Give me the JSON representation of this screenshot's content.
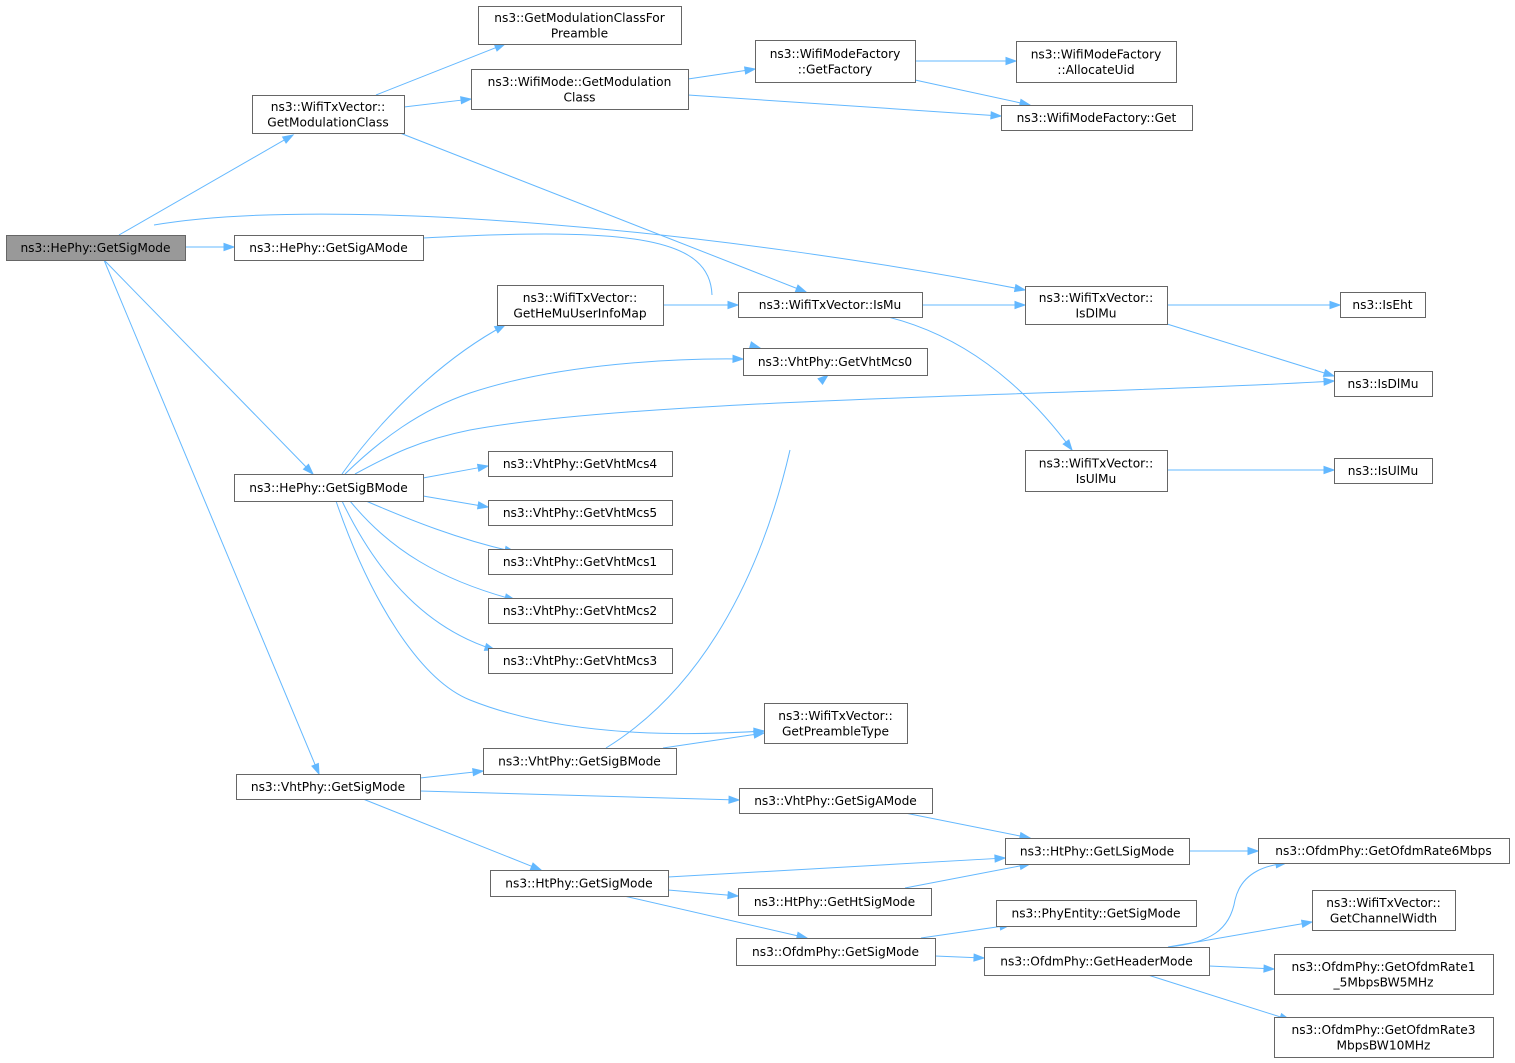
{
  "graph": {
    "root": "hesig",
    "nodes": [
      {
        "id": "hesig",
        "lines": [
          "ns3::HePhy::GetSigMode"
        ],
        "root": true
      },
      {
        "id": "getmodpre",
        "lines": [
          "ns3::GetModulationClassFor",
          "Preamble"
        ]
      },
      {
        "id": "txgetmod",
        "lines": [
          "ns3::WifiTxVector::",
          "GetModulationClass"
        ]
      },
      {
        "id": "modegetmod",
        "lines": [
          "ns3::WifiMode::GetModulation",
          "Class"
        ]
      },
      {
        "id": "factget",
        "lines": [
          "ns3::WifiModeFactory",
          "::GetFactory"
        ]
      },
      {
        "id": "alloc",
        "lines": [
          "ns3::WifiModeFactory",
          "::AllocateUid"
        ]
      },
      {
        "id": "factoryget",
        "lines": [
          "ns3::WifiModeFactory::Get"
        ]
      },
      {
        "id": "sigamode",
        "lines": [
          "ns3::HePhy::GetSigAMode"
        ]
      },
      {
        "id": "hemumap",
        "lines": [
          "ns3::WifiTxVector::",
          "GetHeMuUserInfoMap"
        ]
      },
      {
        "id": "ismu",
        "lines": [
          "ns3::WifiTxVector::IsMu"
        ]
      },
      {
        "id": "txisdlmu",
        "lines": [
          "ns3::WifiTxVector::",
          "IsDlMu"
        ]
      },
      {
        "id": "iseht",
        "lines": [
          "ns3::IsEht"
        ]
      },
      {
        "id": "vhtmcs0",
        "lines": [
          "ns3::VhtPhy::GetVhtMcs0"
        ]
      },
      {
        "id": "isdlmu",
        "lines": [
          "ns3::IsDlMu"
        ]
      },
      {
        "id": "sigbmode",
        "lines": [
          "ns3::HePhy::GetSigBMode"
        ]
      },
      {
        "id": "vhtmcs4",
        "lines": [
          "ns3::VhtPhy::GetVhtMcs4"
        ]
      },
      {
        "id": "vhtmcs5",
        "lines": [
          "ns3::VhtPhy::GetVhtMcs5"
        ]
      },
      {
        "id": "vhtmcs1",
        "lines": [
          "ns3::VhtPhy::GetVhtMcs1"
        ]
      },
      {
        "id": "vhtmcs2",
        "lines": [
          "ns3::VhtPhy::GetVhtMcs2"
        ]
      },
      {
        "id": "vhtmcs3",
        "lines": [
          "ns3::VhtPhy::GetVhtMcs3"
        ]
      },
      {
        "id": "txisulmu",
        "lines": [
          "ns3::WifiTxVector::",
          "IsUlMu"
        ]
      },
      {
        "id": "isulmu",
        "lines": [
          "ns3::IsUlMu"
        ]
      },
      {
        "id": "pretype",
        "lines": [
          "ns3::WifiTxVector::",
          "GetPreambleType"
        ]
      },
      {
        "id": "vhtsigb",
        "lines": [
          "ns3::VhtPhy::GetSigBMode"
        ]
      },
      {
        "id": "vhtsig",
        "lines": [
          "ns3::VhtPhy::GetSigMode"
        ]
      },
      {
        "id": "vhtsiga",
        "lines": [
          "ns3::VhtPhy::GetSigAMode"
        ]
      },
      {
        "id": "lsig",
        "lines": [
          "ns3::HtPhy::GetLSigMode"
        ]
      },
      {
        "id": "rate6",
        "lines": [
          "ns3::OfdmPhy::GetOfdmRate6Mbps"
        ]
      },
      {
        "id": "htsig",
        "lines": [
          "ns3::HtPhy::GetSigMode"
        ]
      },
      {
        "id": "htsigmode",
        "lines": [
          "ns3::HtPhy::GetHtSigMode"
        ]
      },
      {
        "id": "chwidth",
        "lines": [
          "ns3::WifiTxVector::",
          "GetChannelWidth"
        ]
      },
      {
        "id": "physig",
        "lines": [
          "ns3::PhyEntity::GetSigMode"
        ]
      },
      {
        "id": "ofdmsig",
        "lines": [
          "ns3::OfdmPhy::GetSigMode"
        ]
      },
      {
        "id": "header",
        "lines": [
          "ns3::OfdmPhy::GetHeaderMode"
        ]
      },
      {
        "id": "rate15",
        "lines": [
          "ns3::OfdmPhy::GetOfdmRate1",
          "_5MbpsBW5MHz"
        ]
      },
      {
        "id": "rate3",
        "lines": [
          "ns3::OfdmPhy::GetOfdmRate3",
          "MbpsBW10MHz"
        ]
      }
    ],
    "edges": [
      {
        "from": "hesig",
        "to": "txgetmod"
      },
      {
        "from": "hesig",
        "to": "sigamode"
      },
      {
        "from": "hesig",
        "to": "txisdlmu"
      },
      {
        "from": "hesig",
        "to": "sigbmode"
      },
      {
        "from": "hesig",
        "to": "vhtsig"
      },
      {
        "from": "txgetmod",
        "to": "getmodpre"
      },
      {
        "from": "txgetmod",
        "to": "modegetmod"
      },
      {
        "from": "txgetmod",
        "to": "ismu"
      },
      {
        "from": "modegetmod",
        "to": "factget"
      },
      {
        "from": "modegetmod",
        "to": "factoryget"
      },
      {
        "from": "factget",
        "to": "alloc"
      },
      {
        "from": "factget",
        "to": "factoryget"
      },
      {
        "from": "sigamode",
        "to": "vhtmcs0"
      },
      {
        "from": "hemumap",
        "to": "ismu"
      },
      {
        "from": "ismu",
        "to": "txisdlmu"
      },
      {
        "from": "ismu",
        "to": "txisulmu"
      },
      {
        "from": "txisdlmu",
        "to": "iseht"
      },
      {
        "from": "txisdlmu",
        "to": "isdlmu"
      },
      {
        "from": "txisulmu",
        "to": "isulmu"
      },
      {
        "from": "sigbmode",
        "to": "hemumap"
      },
      {
        "from": "sigbmode",
        "to": "vhtmcs0"
      },
      {
        "from": "sigbmode",
        "to": "isdlmu"
      },
      {
        "from": "sigbmode",
        "to": "vhtmcs4"
      },
      {
        "from": "sigbmode",
        "to": "vhtmcs5"
      },
      {
        "from": "sigbmode",
        "to": "vhtmcs1"
      },
      {
        "from": "sigbmode",
        "to": "vhtmcs2"
      },
      {
        "from": "sigbmode",
        "to": "vhtmcs3"
      },
      {
        "from": "sigbmode",
        "to": "pretype"
      },
      {
        "from": "vhtsigb",
        "to": "vhtmcs0"
      },
      {
        "from": "vhtsigb",
        "to": "pretype"
      },
      {
        "from": "vhtsig",
        "to": "vhtsigb"
      },
      {
        "from": "vhtsig",
        "to": "vhtsiga"
      },
      {
        "from": "vhtsig",
        "to": "htsig"
      },
      {
        "from": "vhtsiga",
        "to": "lsig"
      },
      {
        "from": "htsig",
        "to": "lsig"
      },
      {
        "from": "htsig",
        "to": "htsigmode"
      },
      {
        "from": "htsig",
        "to": "ofdmsig"
      },
      {
        "from": "htsigmode",
        "to": "lsig"
      },
      {
        "from": "lsig",
        "to": "rate6"
      },
      {
        "from": "ofdmsig",
        "to": "physig"
      },
      {
        "from": "ofdmsig",
        "to": "header"
      },
      {
        "from": "header",
        "to": "rate6"
      },
      {
        "from": "header",
        "to": "chwidth"
      },
      {
        "from": "header",
        "to": "rate15"
      },
      {
        "from": "header",
        "to": "rate3"
      }
    ]
  }
}
